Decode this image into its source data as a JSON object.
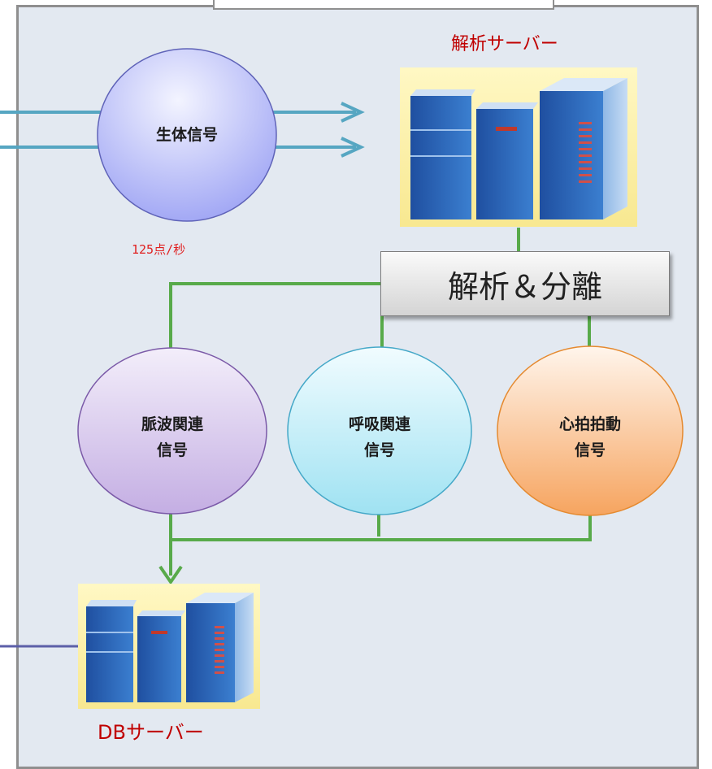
{
  "analysis_server": {
    "label": "解析サーバー",
    "icon": "server-icon"
  },
  "db_server": {
    "label": "DBサーバー",
    "icon": "server-icon"
  },
  "bio_signal": {
    "label": "生体信号",
    "rate": "125点/秒"
  },
  "split_box": {
    "label": "解析＆分離"
  },
  "signals": [
    {
      "line1": "脈波関連",
      "line2": "信号"
    },
    {
      "line1": "呼吸関連",
      "line2": "信号"
    },
    {
      "line1": "心拍拍動",
      "line2": "信号"
    }
  ],
  "colors": {
    "label_red": "#c00000",
    "connector_green": "#58aa4a",
    "input_arrow": "#56a6c2",
    "db_link": "#5c5fa8",
    "bio_circle": "#a9aef7",
    "pulse_circle": "#cbb6e6",
    "resp_circle": "#b8ecf6",
    "heart_circle": "#f9b67a"
  }
}
